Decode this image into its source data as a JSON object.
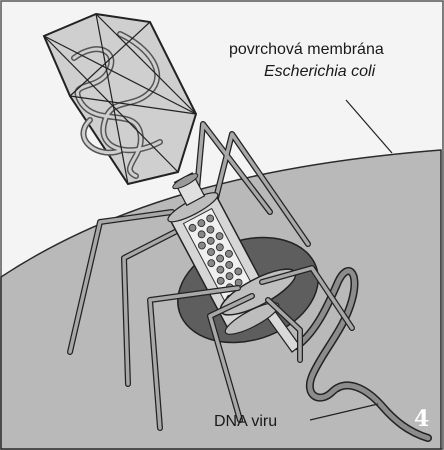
{
  "labels": {
    "membrane_line1": "povrchová membrána",
    "membrane_line2": "Escherichia coli",
    "dna": "DNA viru"
  },
  "panel_number": "4",
  "colors": {
    "background": "#f4f4f4",
    "cell": "#b9b9b9",
    "cell_edge": "#2b2b2b",
    "membrane_patch": "#5e5e5e",
    "capsid": "#cfcfcf",
    "tail_fibers": "#a8a8a8",
    "sheath": "#d6d6d6",
    "dna": "#8c8c8c"
  }
}
